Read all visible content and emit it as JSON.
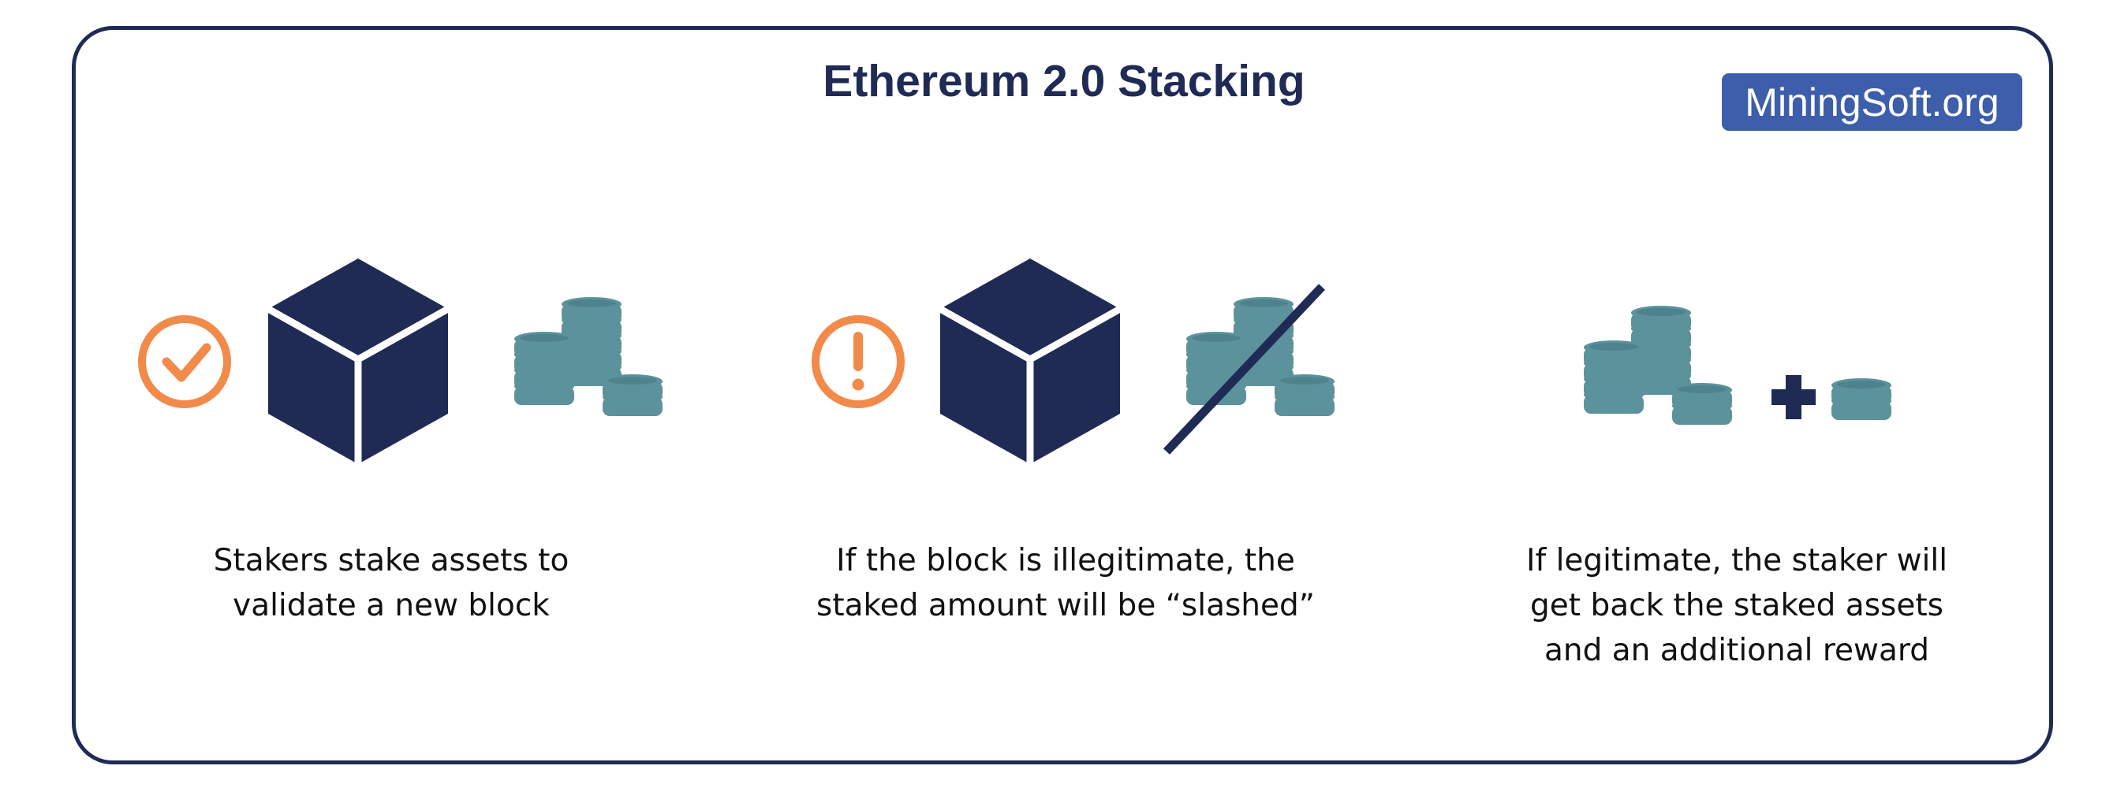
{
  "title": "Ethereum 2.0 Stacking",
  "brand": "MiningSoft.org",
  "colors": {
    "navy": "#1f2b55",
    "orange": "#f28a4a",
    "teal": "#5b929c",
    "brand_blue": "#3c5eab"
  },
  "steps": [
    {
      "status_icon": "check-circle-icon",
      "block_icon": "cube-icon",
      "coins_icon": "coin-stacks-icon",
      "caption": [
        "Stakers stake assets to",
        "validate a new block"
      ]
    },
    {
      "status_icon": "exclamation-circle-icon",
      "block_icon": "cube-icon",
      "coins_icon": "slashed-coin-stacks-icon",
      "caption": [
        "If the block is illegitimate, the",
        "staked amount will be “slashed”"
      ]
    },
    {
      "coins_icon": "coin-stacks-icon",
      "operator_icon": "plus-icon",
      "reward_icon": "single-coin-stack-icon",
      "caption": [
        "If legitimate, the staker will",
        "get back the staked assets",
        "and an additional reward"
      ]
    }
  ]
}
